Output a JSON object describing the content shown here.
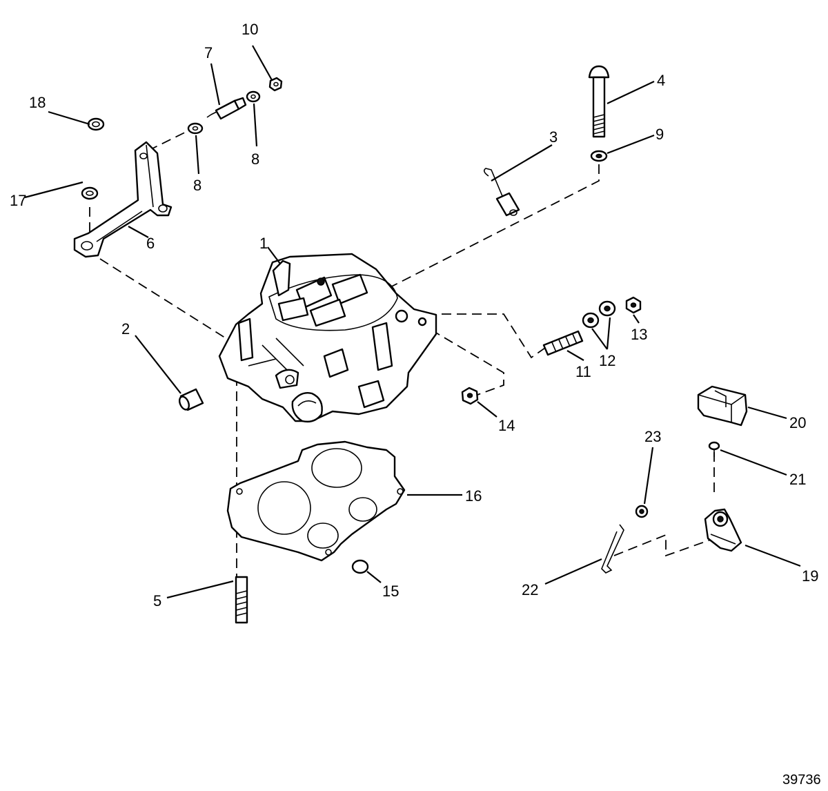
{
  "figure_number": "39736",
  "callouts": [
    "1",
    "2",
    "3",
    "4",
    "5",
    "6",
    "7",
    "8",
    "8",
    "9",
    "10",
    "11",
    "12",
    "13",
    "14",
    "15",
    "16",
    "17",
    "18",
    "19",
    "20",
    "21",
    "22",
    "23"
  ]
}
